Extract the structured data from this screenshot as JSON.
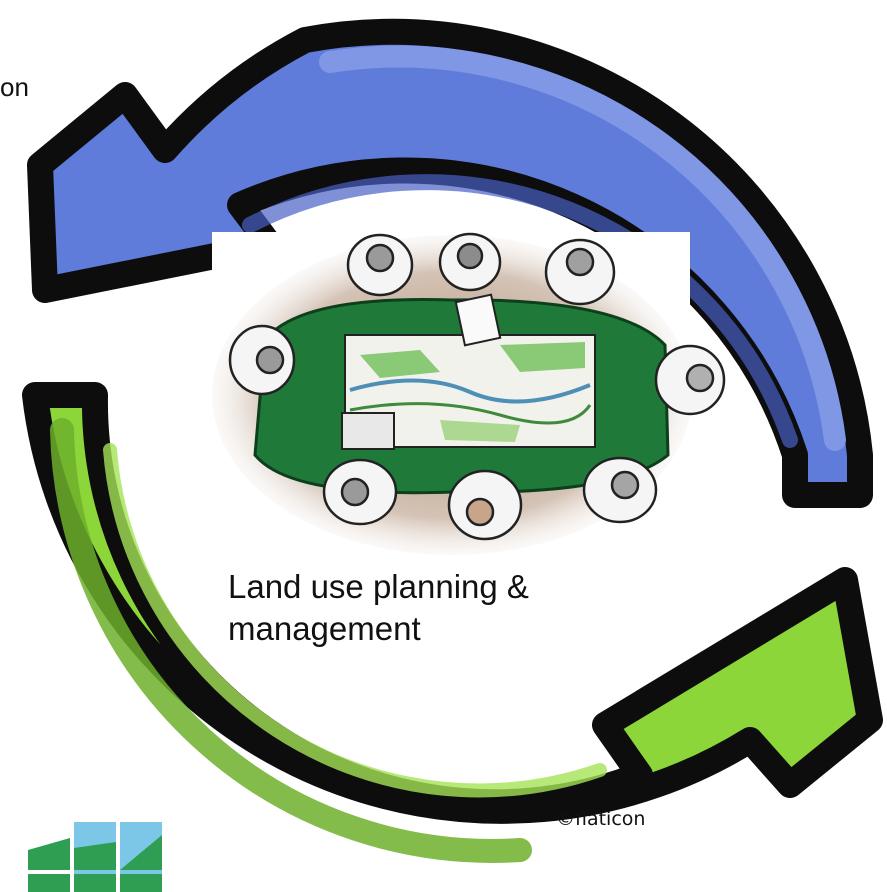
{
  "top_label_fragment": "on",
  "center_caption": {
    "line1": "Land use planning &",
    "line2": "management"
  },
  "credit": "©flaticon",
  "colors": {
    "blue_arrow": "#5F7CDA",
    "blue_arrow_dark": "#4A61C6",
    "blue_arrow_light": "#7F97E4",
    "green_arrow": "#8CD63A",
    "green_arrow_dark": "#6DB02C",
    "green_arrow_light": "#A5E357",
    "outline": "#0D0D0D",
    "table_green": "#1F7A3A",
    "ground_brown": "#8E6A4F",
    "logo_green": "#2E9E52",
    "logo_blue": "#7CC6E8"
  },
  "icons": [
    "cycle-arrows-icon",
    "land-planning-meeting-illustration",
    "organization-logo"
  ]
}
